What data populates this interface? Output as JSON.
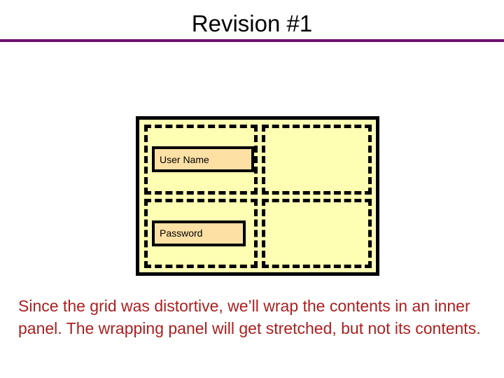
{
  "slide": {
    "title": "Revision #1",
    "rule_color": "#6b0f6e",
    "background": "#ffffff"
  },
  "diagram": {
    "name": "grid-layout-illustration",
    "outer_panel": {
      "border_style": "solid",
      "border_color": "#000000",
      "fill": "#ffffb3"
    },
    "cell_border_style": "dashed",
    "cells": [
      {
        "id": "cell-top-left",
        "field_label": "User Name",
        "field_fill": "#fde0a4"
      },
      {
        "id": "cell-top-right",
        "field_label": "",
        "field_fill": ""
      },
      {
        "id": "cell-bottom-left",
        "field_label": "Password",
        "field_fill": "#fde0a4"
      },
      {
        "id": "cell-bottom-right",
        "field_label": "",
        "field_fill": ""
      }
    ]
  },
  "caption": {
    "text": "Since the grid was distortive, we’ll wrap the contents in an inner panel. The wrapping panel will get stretched, but not its contents.",
    "color": "#ac1f1f"
  }
}
